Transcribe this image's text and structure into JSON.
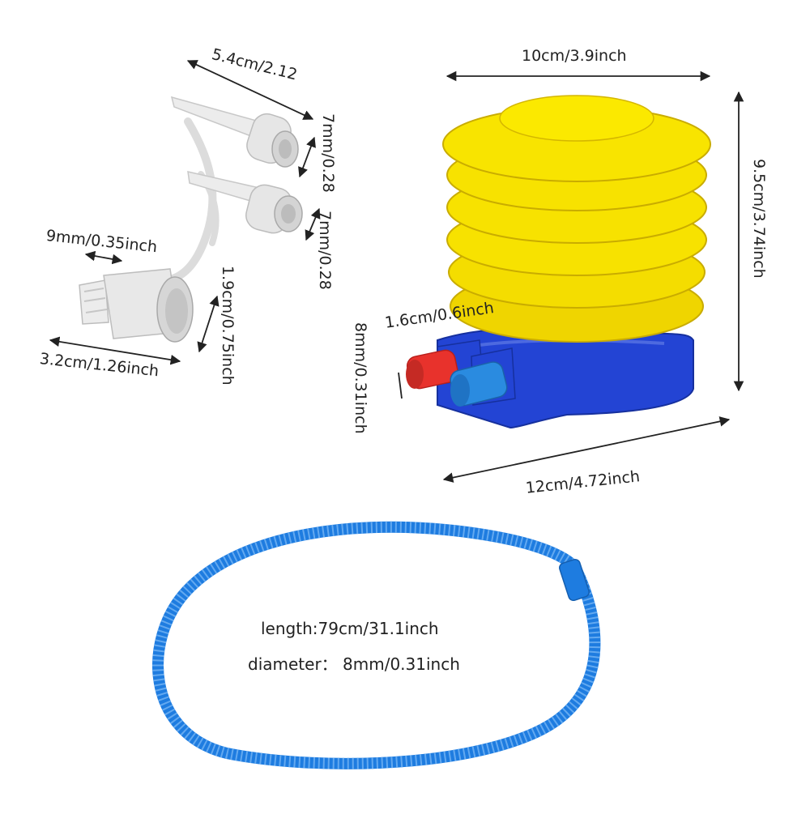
{
  "colors": {
    "pump_yellow": "#f7e200",
    "pump_yellow_shadow": "#d8b800",
    "base_blue": "#1f3fd0",
    "tube_blue": "#1e7ce0",
    "nozzle_red": "#e8322c",
    "nozzle_blue": "#2a8be0",
    "adapter_grey": "#e4e4e4"
  },
  "dimensions": {
    "adapter_length": "5.4cm/2.12",
    "adapter_tip_a": "7mm/0.28",
    "adapter_tip_b": "7mm/0.28",
    "valve_tip": "9mm/0.35inch",
    "valve_height": "1.9cm/0.75inch",
    "valve_length": "3.2cm/1.26inch",
    "pump_width": "10cm/3.9inch",
    "pump_height": "9.5cm/3.74inch",
    "base_length": "12cm/4.72inch",
    "nozzle_length": "1.6cm/0.6inch",
    "nozzle_diameter": "8mm/0.31inch"
  },
  "hose": {
    "length": "length:79cm/31.1inch",
    "diameter": "diameter： 8mm/0.31inch"
  }
}
